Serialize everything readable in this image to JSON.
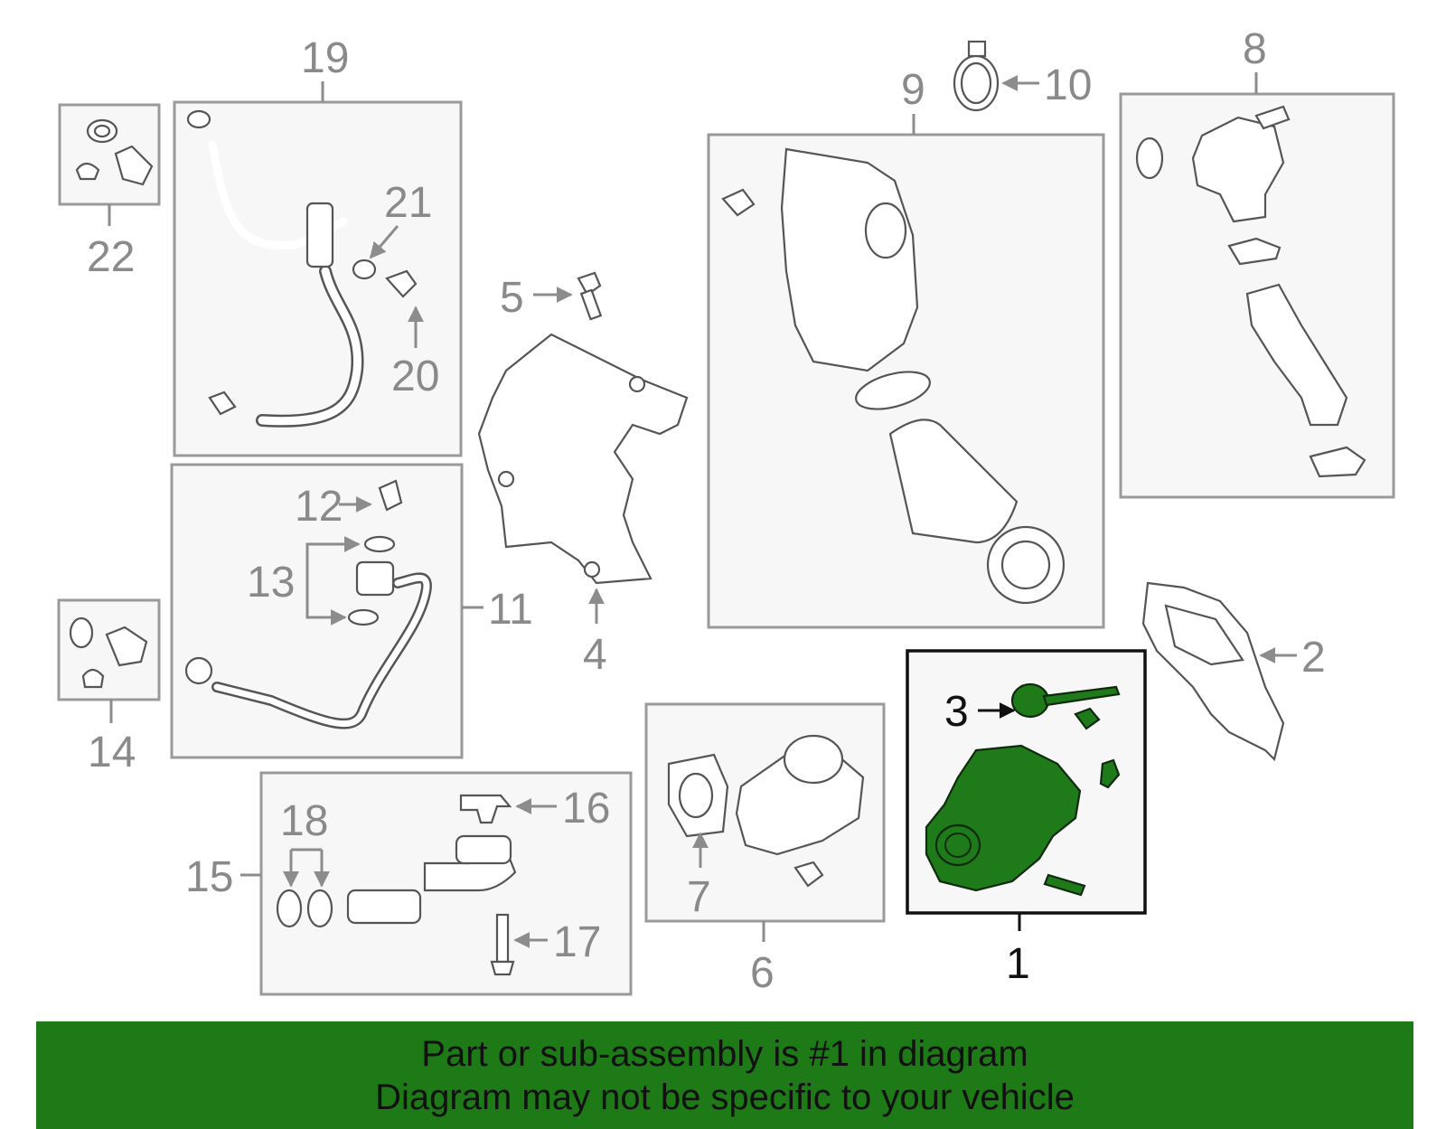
{
  "callouts": {
    "n1": "1",
    "n2": "2",
    "n3": "3",
    "n4": "4",
    "n5": "5",
    "n6": "6",
    "n7": "7",
    "n8": "8",
    "n9": "9",
    "n10": "10",
    "n11": "11",
    "n12": "12",
    "n13": "13",
    "n14": "14",
    "n15": "15",
    "n16": "16",
    "n17": "17",
    "n18": "18",
    "n19": "19",
    "n20": "20",
    "n21": "21",
    "n22": "22"
  },
  "highlight": {
    "part": "1",
    "color": "#1f7a1a"
  },
  "banner": {
    "line1": "Part or sub-assembly is #1 in diagram",
    "line2": "Diagram may not be specific to your vehicle",
    "color": "#1d7a17"
  }
}
